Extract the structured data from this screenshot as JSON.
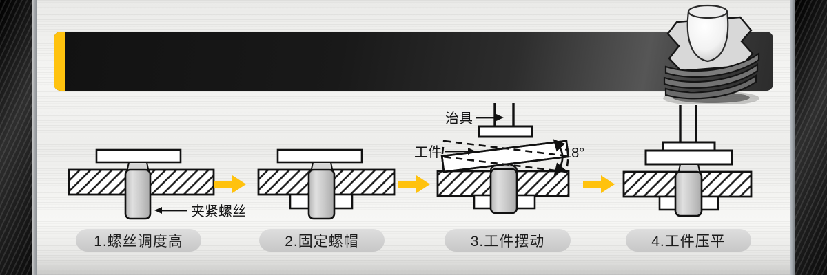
{
  "title_banner": {
    "text": "",
    "accent_color": "#ffc20e",
    "background": "#1a1a1a"
  },
  "colors": {
    "accent_yellow": "#ffc20e",
    "pill_background": "#d2d2d2",
    "diagram_outline": "#111111",
    "screw_fill": "#c9c9c9",
    "side_band": "#0b0b0b",
    "metal_background": "#efefed"
  },
  "steps": [
    {
      "label": "1.螺丝调度高",
      "callouts": {
        "clamp_screw": "夹紧螺丝"
      }
    },
    {
      "label": "2.固定螺帽"
    },
    {
      "label": "3.工件摆动",
      "callouts": {
        "jig": "治具",
        "workpiece": "工件",
        "angle": "18°"
      }
    },
    {
      "label": "4.工件压平"
    }
  ]
}
